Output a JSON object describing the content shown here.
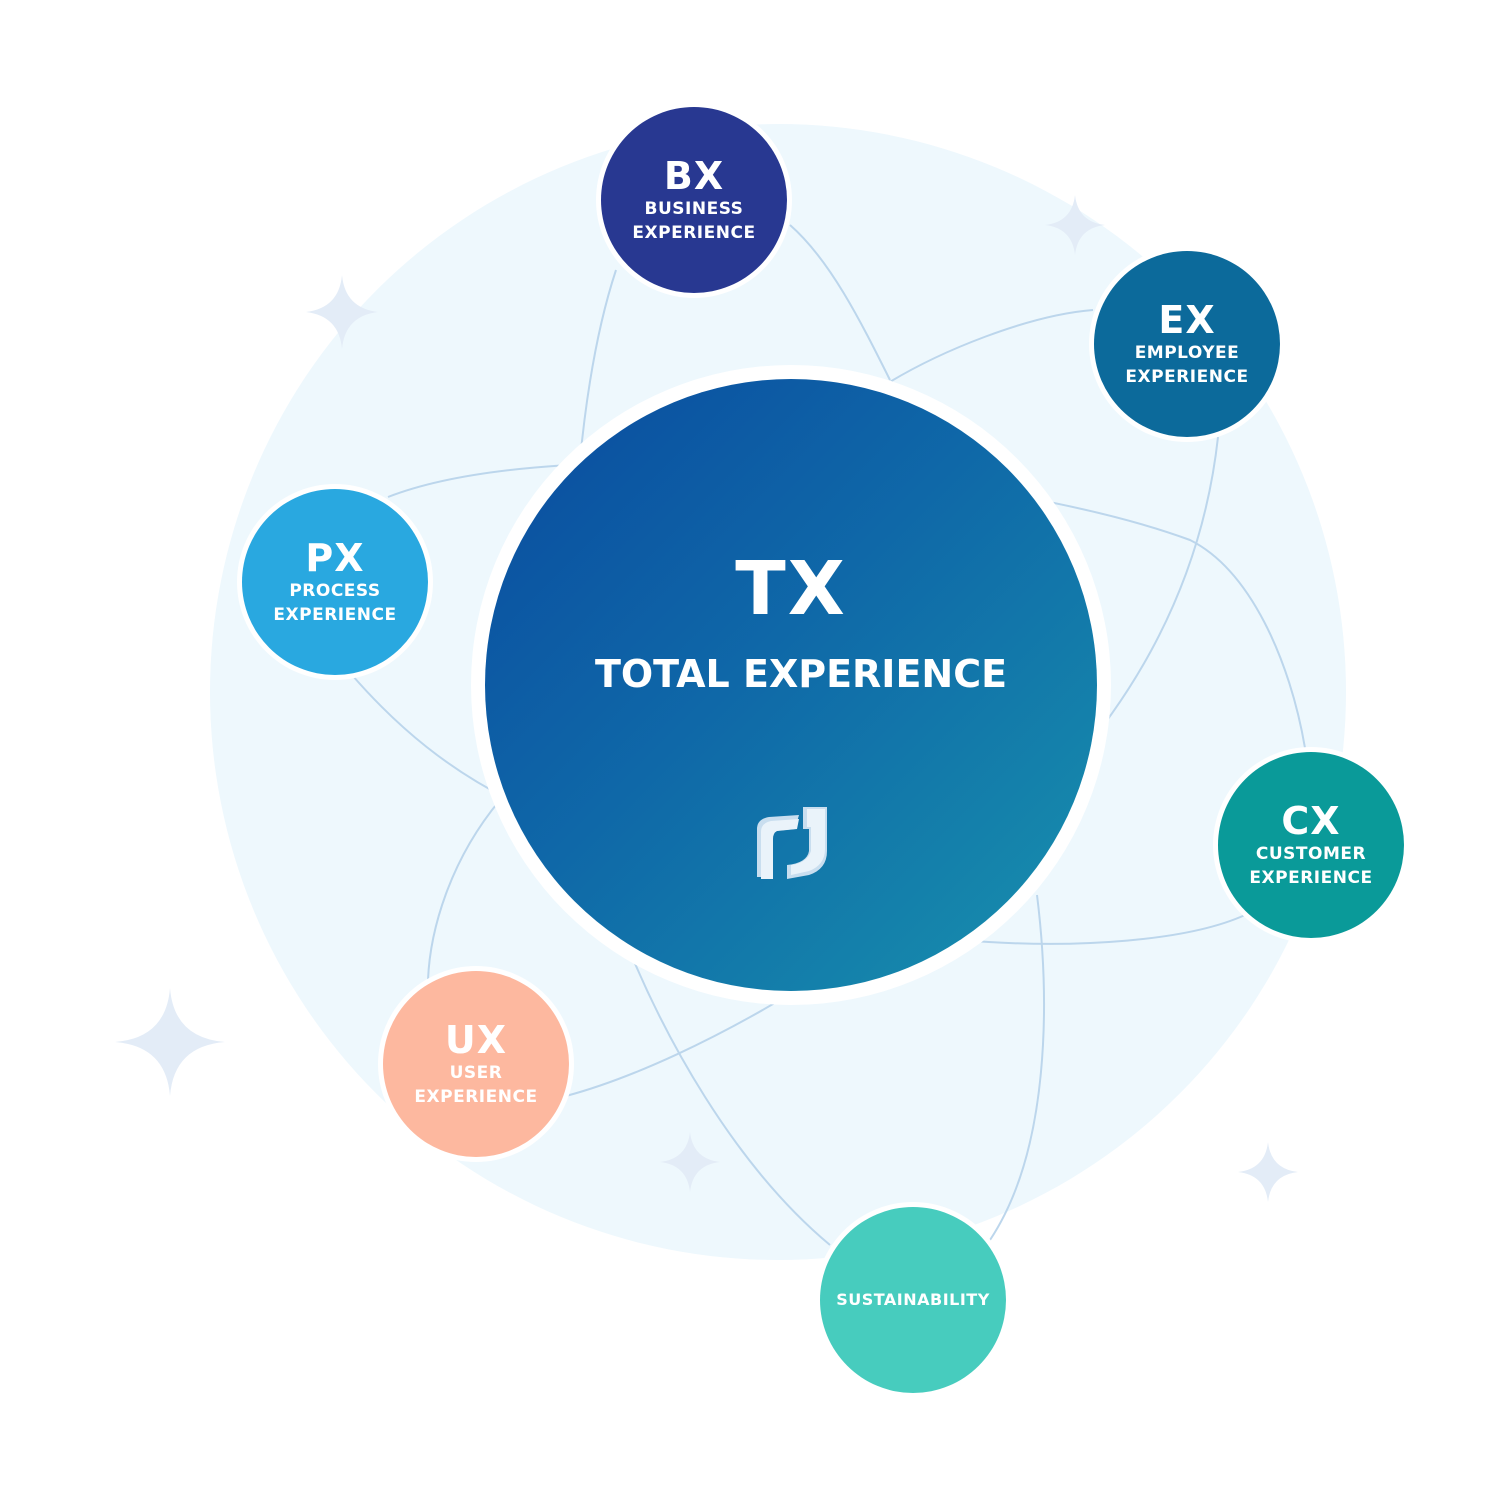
{
  "diagram": {
    "center": {
      "abbr": "TX",
      "label": "TOTAL EXPERIENCE",
      "logo_icon": "brand-logo-icon"
    },
    "nodes": [
      {
        "id": "bx",
        "abbr": "BX",
        "label_lines": [
          "BUSINESS",
          "EXPERIENCE"
        ],
        "color": "#283891"
      },
      {
        "id": "ex",
        "abbr": "EX",
        "label_lines": [
          "EMPLOYEE",
          "EXPERIENCE"
        ],
        "color": "#0c6a9b"
      },
      {
        "id": "px",
        "abbr": "PX",
        "label_lines": [
          "PROCESS",
          "EXPERIENCE"
        ],
        "color": "#29a8e0"
      },
      {
        "id": "cx",
        "abbr": "CX",
        "label_lines": [
          "CUSTOMER",
          "EXPERIENCE"
        ],
        "color": "#0a9a99"
      },
      {
        "id": "ux",
        "abbr": "UX",
        "label_lines": [
          "USER",
          "EXPERIENCE"
        ],
        "color": "#fdb89f"
      },
      {
        "id": "sustainability",
        "abbr": "",
        "label_lines": [
          "SUSTAINABILITY"
        ],
        "color": "#47ccbe"
      }
    ],
    "colors": {
      "halo": "#eef8fd",
      "orbit": "#bcd6ec",
      "sparkle": "#e3ecf7"
    }
  }
}
